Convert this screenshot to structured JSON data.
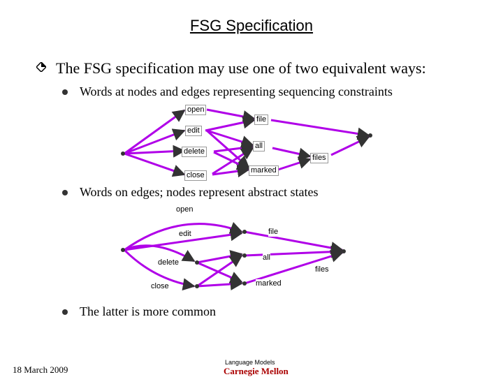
{
  "title": "FSG Specification",
  "bullet_main": "The FSG specification may use one of two equivalent ways:",
  "sub1": "Words at nodes and edges representing sequencing constraints",
  "sub2": "Words on edges;  nodes represent abstract states",
  "sub3": "The latter is more common",
  "diagram1_labels": {
    "open": "open",
    "file": "file",
    "edit": "edit",
    "delete": "delete",
    "all": "all",
    "files": "files",
    "close": "close",
    "marked": "marked"
  },
  "diagram2_labels": {
    "open": "open",
    "file": "file",
    "edit": "edit",
    "delete": "delete",
    "all": "all",
    "files": "files",
    "close": "close",
    "marked": "marked"
  },
  "footer": {
    "date": "18  March 2009",
    "subtitle": "Language Models",
    "institution": "Carnegie Mellon"
  },
  "colors": {
    "edge": "#b000e8",
    "node": "#333333"
  }
}
